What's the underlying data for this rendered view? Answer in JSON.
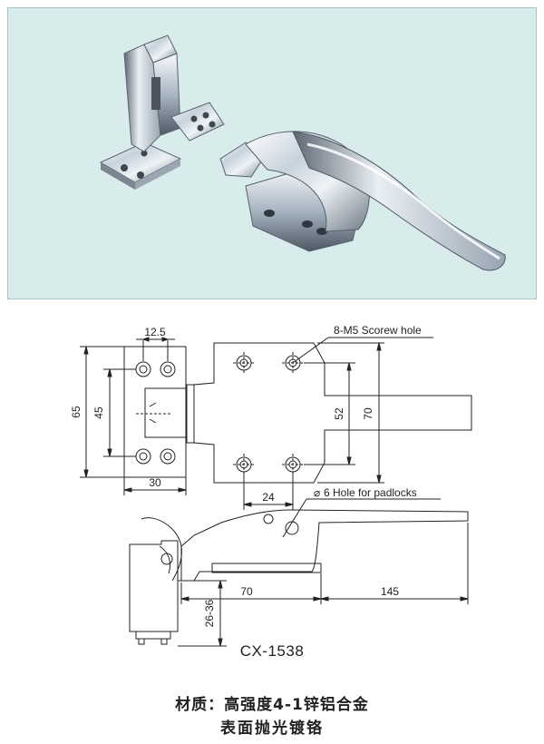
{
  "photo": {
    "background": "#d8ecec",
    "metal_light": "#f4f8fb",
    "metal_mid": "#b9c6d2",
    "metal_dark": "#56606c"
  },
  "drawing": {
    "dim_strike_hole_spacing": "12.5",
    "dim_strike_height_outer": "65",
    "dim_strike_height_inner": "45",
    "dim_strike_width": "30",
    "dim_screw_hole_note": "8-M5 Scorew hole",
    "dim_latch_hole_vertical": "52",
    "dim_latch_height": "70",
    "dim_latch_hole_horizontal": "24",
    "dim_padlock_note": "6 Hole for padlocks",
    "diameter_symbol": "⌀",
    "dim_base_length": "70",
    "dim_handle_length": "145",
    "dim_gap_range": "26-36"
  },
  "model_code": "CX-1538",
  "caption": {
    "material_line": "材质：高强度4-1锌铝合金",
    "finish_line": "表面抛光镀铬"
  }
}
